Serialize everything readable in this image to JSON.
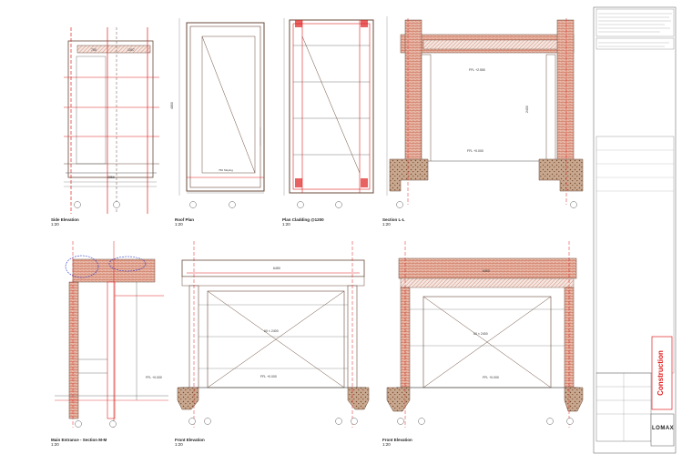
{
  "drawings": [
    {
      "id": "side-elevation",
      "title": "Side Elevation",
      "scale": "1:20"
    },
    {
      "id": "roof-plan",
      "title": "Roof Plan",
      "scale": "1:20"
    },
    {
      "id": "plan-cladding",
      "title": "Plan Cladding @1200",
      "scale": "1:20"
    },
    {
      "id": "section-ll",
      "title": "Section L-L",
      "scale": "1:20"
    },
    {
      "id": "main-entrance-section",
      "title": "Main Entrance - Section M-M",
      "scale": "1:20"
    },
    {
      "id": "front-elevation",
      "title": "Front Elevation",
      "scale": "1:20"
    },
    {
      "id": "front-elevation-2",
      "title": "Front Elevation",
      "scale": "1:20"
    }
  ],
  "dimensions": {
    "frame_span": "6450",
    "frame_opening": "60 × 2400",
    "level_a": "FFL +0.000",
    "level_b": "FFL +2.550",
    "overall": "2500"
  },
  "title_block": {
    "status": "Construction",
    "logo": "LOMAX"
  },
  "colors": {
    "line": "#6a4a3a",
    "red": "#e02020",
    "brick": "#c0563a",
    "ground": "#8a5a3a",
    "blue": "#2a3ac0",
    "grey": "#555555"
  }
}
